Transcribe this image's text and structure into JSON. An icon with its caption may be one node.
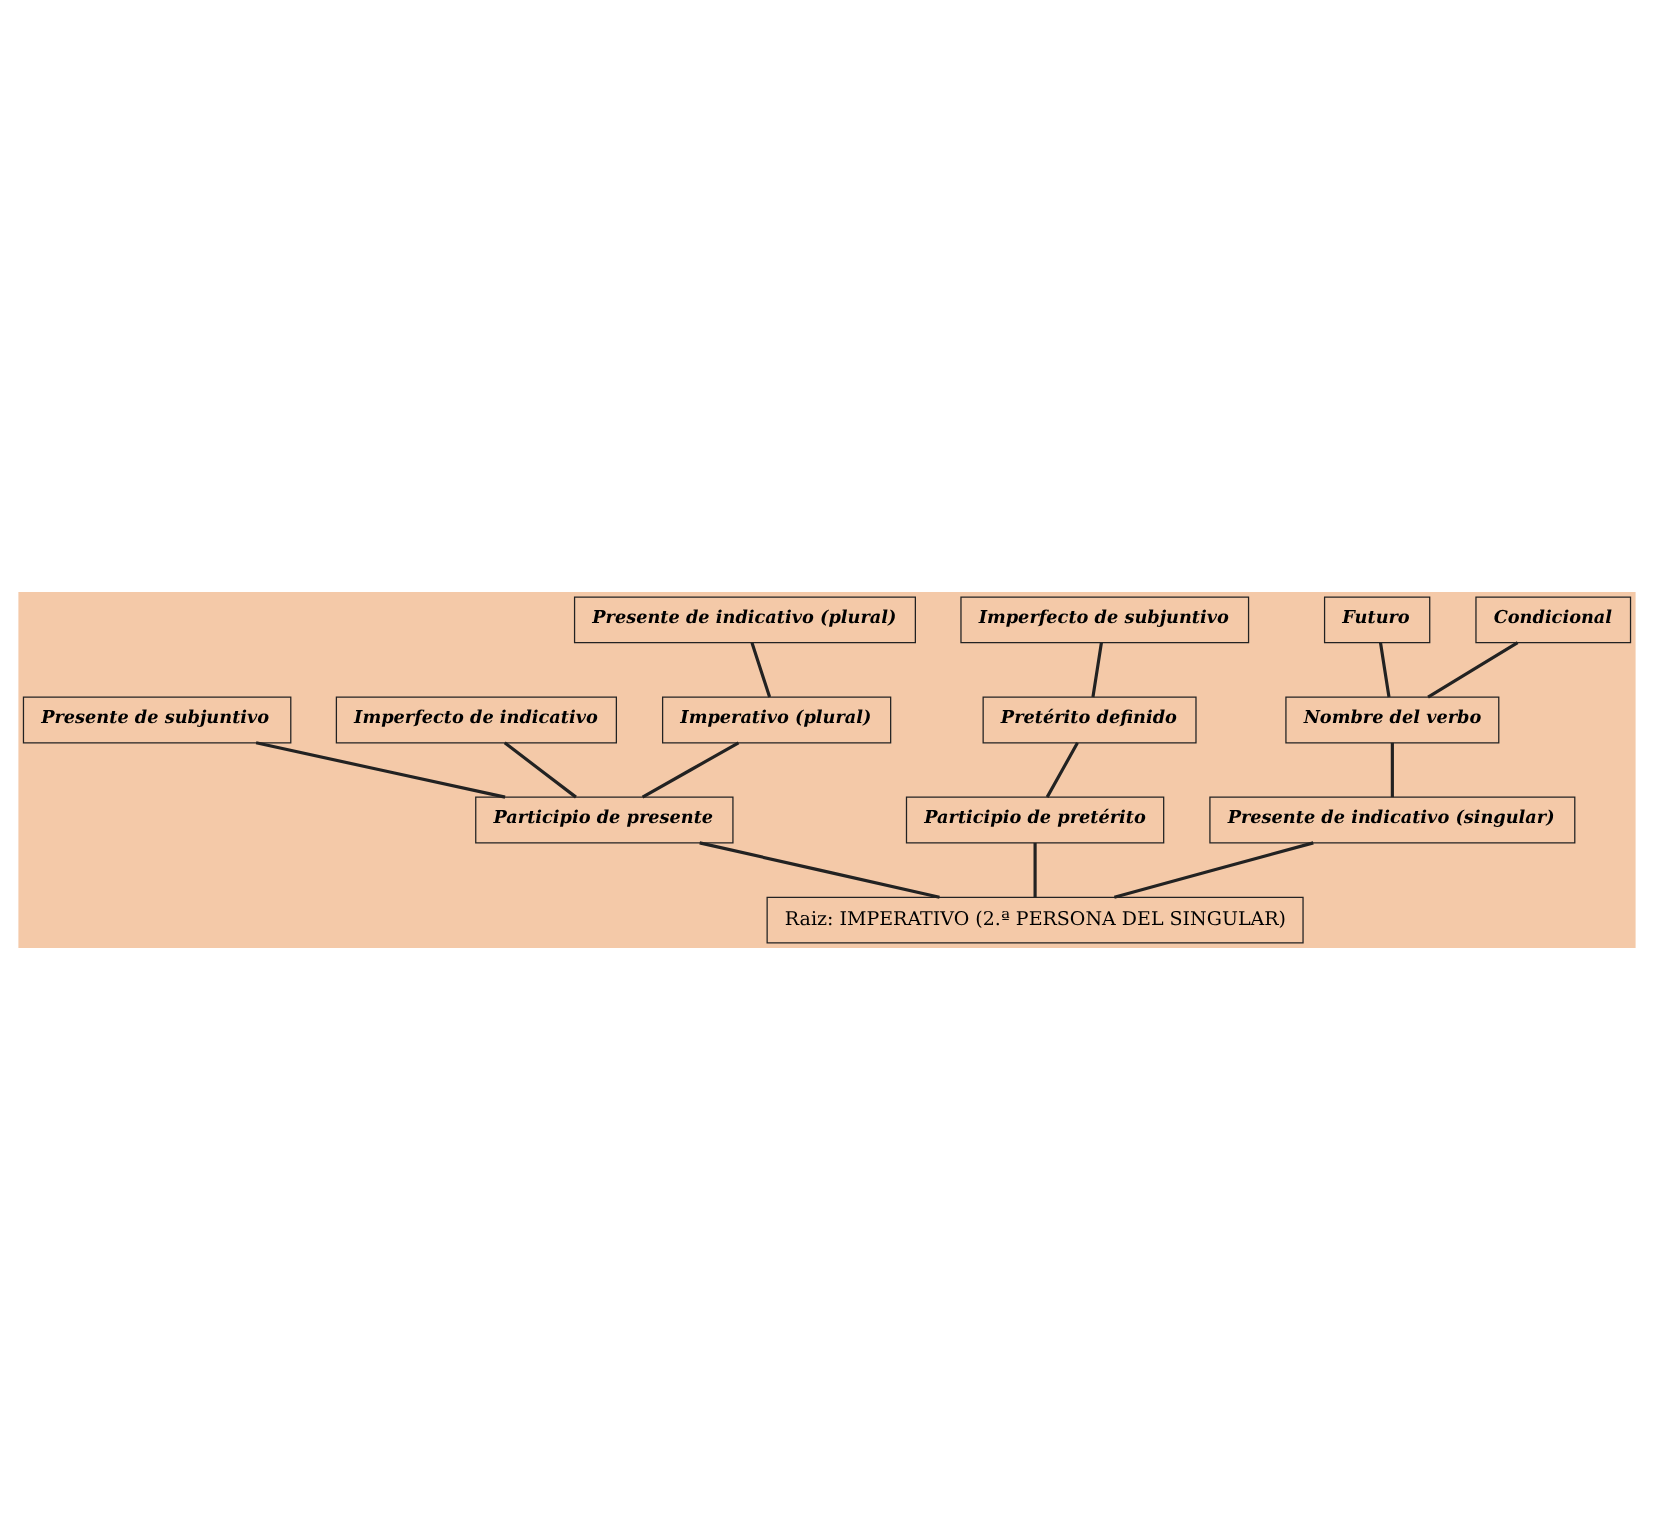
{
  "diagram": {
    "nodes": [
      {
        "text": [
          "Presente de subjuntivo"
        ]
      },
      {
        "text": [
          "Imperfecto de indicativo"
        ]
      },
      {
        "text": [
          "Presente de indicativo (plural)"
        ]
      },
      {
        "text": [
          "Imperfecto de subjuntivo"
        ]
      },
      {
        "text": [
          "Imperativo (plural)"
        ]
      },
      {
        "text": [
          "Pretérito definido"
        ]
      },
      {
        "text": [
          "Participio de presente"
        ]
      },
      {
        "text": [
          "Participio de pretérito"
        ]
      },
      {
        "text": [
          "Futuro"
        ]
      },
      {
        "text": [
          "Condicional"
        ]
      },
      {
        "text": [
          "Nombre del verbo"
        ]
      },
      {
        "text": [
          "Presente de indicativo (singular)"
        ]
      },
      {
        "text": [
          "Raiz: IMPERATIVO (2.ª PERSONA DEL SINGULAR)"
        ]
      }
    ],
    "edges": [
      {
        "from": 12,
        "to": 6,
        "arrow": "none"
      },
      {
        "from": 12,
        "to": 11,
        "arrow": "none"
      },
      {
        "from": 12,
        "to": 7,
        "arrow": "none"
      },
      {
        "from": 6,
        "to": 0,
        "arrow": "none"
      },
      {
        "from": 6,
        "to": 4,
        "arrow": "none"
      },
      {
        "from": 6,
        "to": 1,
        "arrow": "none"
      },
      {
        "from": 4,
        "to": 2,
        "arrow": "none"
      },
      {
        "from": 11,
        "to": 10,
        "arrow": "none"
      },
      {
        "from": 10,
        "to": 8,
        "arrow": "none"
      },
      {
        "from": 10,
        "to": 9,
        "arrow": "none"
      },
      {
        "from": 7,
        "to": 5,
        "arrow": "none"
      },
      {
        "from": 5,
        "to": 3,
        "arrow": "none"
      }
    ]
  }
}
